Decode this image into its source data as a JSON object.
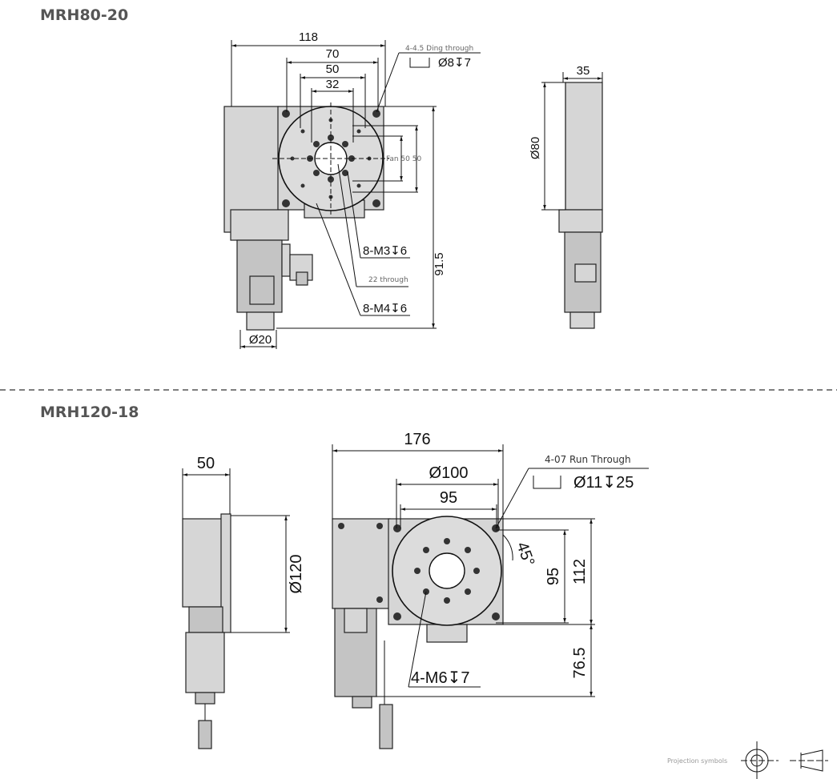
{
  "models": [
    {
      "title": "MRH80-20",
      "front_view": {
        "dims": {
          "overall_width": "118",
          "d70": "70",
          "d50": "50",
          "d32": "32",
          "height": "91.5",
          "knob_dia": "Ø20"
        },
        "callouts": {
          "counterbore_note": "4-4.5 Ding through",
          "counterbore_spec": "Ø8↧7",
          "pattern_note": "Fan 50 50",
          "m3": "8-M3↧6",
          "through": "22 through",
          "m4": "8-M4↧6"
        }
      },
      "side_view": {
        "dims": {
          "width": "35",
          "dia": "Ø80"
        }
      }
    },
    {
      "title": "MRH120-18",
      "side_view": {
        "dims": {
          "width": "50",
          "dia": "Ø120"
        }
      },
      "front_view": {
        "dims": {
          "overall_width": "176",
          "dia100": "Ø100",
          "d95h": "95",
          "angle": "45°",
          "d95v": "95",
          "height112": "112",
          "height76": "76.5"
        },
        "callouts": {
          "counterbore_note": "4-07 Run Through",
          "counterbore_spec": "Ø11↧25",
          "m6": "4-M6↧7"
        }
      }
    }
  ],
  "footer": {
    "projection_label": "Projection symbols"
  }
}
